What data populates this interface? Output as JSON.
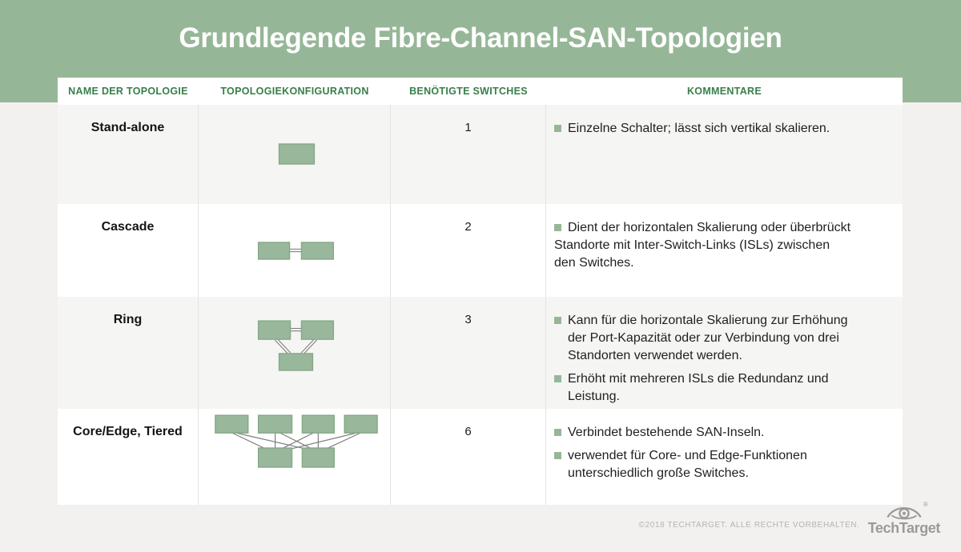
{
  "page": {
    "title": "Grundlegende Fibre-Channel-SAN-Topologien"
  },
  "colors": {
    "accent_green": "#96b797",
    "header_text_green": "#377e4b",
    "box_fill": "#99b89b",
    "box_stroke": "#86aa88",
    "connector_gray": "#7f7f7f",
    "bullet_green": "#96b797"
  },
  "table": {
    "headers": [
      "NAME DER TOPOLOGIE",
      "TOPOLOGIEKONFIGURATION",
      "BENÖTIGTE SWITCHES",
      "KOMMENTARE"
    ],
    "rows": [
      {
        "name": "Stand-alone",
        "switches": "1",
        "comments": [
          {
            "hanging": false,
            "text": "Einzelne Schalter; lässt sich vertikal skalieren."
          }
        ],
        "diagram": {
          "height": 124,
          "boxes": [
            [
              101,
              49,
              44,
              25
            ]
          ],
          "links": []
        }
      },
      {
        "name": "Cascade",
        "switches": "2",
        "comments": [
          {
            "hanging": false,
            "text": "Dient der horizontalen Skalierung oder überbrückt\nStandorte mit Inter-Switch-Links (ISLs) zwischen\nden Switches."
          }
        ],
        "diagram": {
          "height": 116,
          "boxes": [
            [
              75,
              48,
              39,
              21
            ],
            [
              129,
              48,
              40,
              21
            ]
          ],
          "links": [
            [
              114,
              58,
              129,
              58,
              "double"
            ]
          ]
        }
      },
      {
        "name": "Ring",
        "switches": "3",
        "comments": [
          {
            "hanging": true,
            "text": "Kann für die horizontale Skalierung zur Erhöhung\nder Port-Kapazität oder zur Verbindung von drei\nStandorten verwendet werden."
          },
          {
            "hanging": true,
            "text": "Erhöht mit mehreren ISLs die Redundanz und\nLeistung."
          }
        ],
        "diagram": {
          "height": 140,
          "boxes": [
            [
              75,
              30,
              40,
              23
            ],
            [
              129,
              30,
              40,
              23
            ],
            [
              101,
              71,
              42,
              21
            ]
          ],
          "links": [
            [
              115,
              41,
              129,
              41,
              "double"
            ],
            [
              97,
              53,
              114,
              71,
              "double"
            ],
            [
              147,
              53,
              130,
              71,
              "double"
            ]
          ]
        }
      },
      {
        "name": "Core/Edge, Tiered",
        "switches": "6",
        "comments": [
          {
            "hanging": true,
            "text": "Verbindet bestehende SAN-Inseln."
          },
          {
            "hanging": true,
            "text": "verwendet für Core- und Edge-Funktionen\nunterschiedlich große Switches."
          }
        ],
        "diagram": {
          "height": 120,
          "boxes": [
            [
              21,
              8,
              41,
              22
            ],
            [
              75,
              8,
              42,
              22
            ],
            [
              130,
              8,
              40,
              22
            ],
            [
              183,
              8,
              41,
              22
            ],
            [
              75,
              49,
              42,
              24
            ],
            [
              130,
              49,
              40,
              24
            ]
          ],
          "links": [
            [
              42,
              30,
              82,
              49
            ],
            [
              47,
              30,
              134,
              50
            ],
            [
              96,
              30,
              96,
              49
            ],
            [
              102,
              30,
              142,
              50
            ],
            [
              144,
              30,
              104,
              50
            ],
            [
              150,
              30,
              150,
              49
            ],
            [
              198,
              30,
              112,
              51
            ],
            [
              203,
              30,
              160,
              50
            ]
          ]
        }
      }
    ]
  },
  "footer": {
    "copyright": "©2018 TECHTARGET. ALLE RECHTE VORBEHALTEN.",
    "logo_text": "TechTarget",
    "registered_mark": "®",
    "logo_icon": "eye-icon"
  }
}
